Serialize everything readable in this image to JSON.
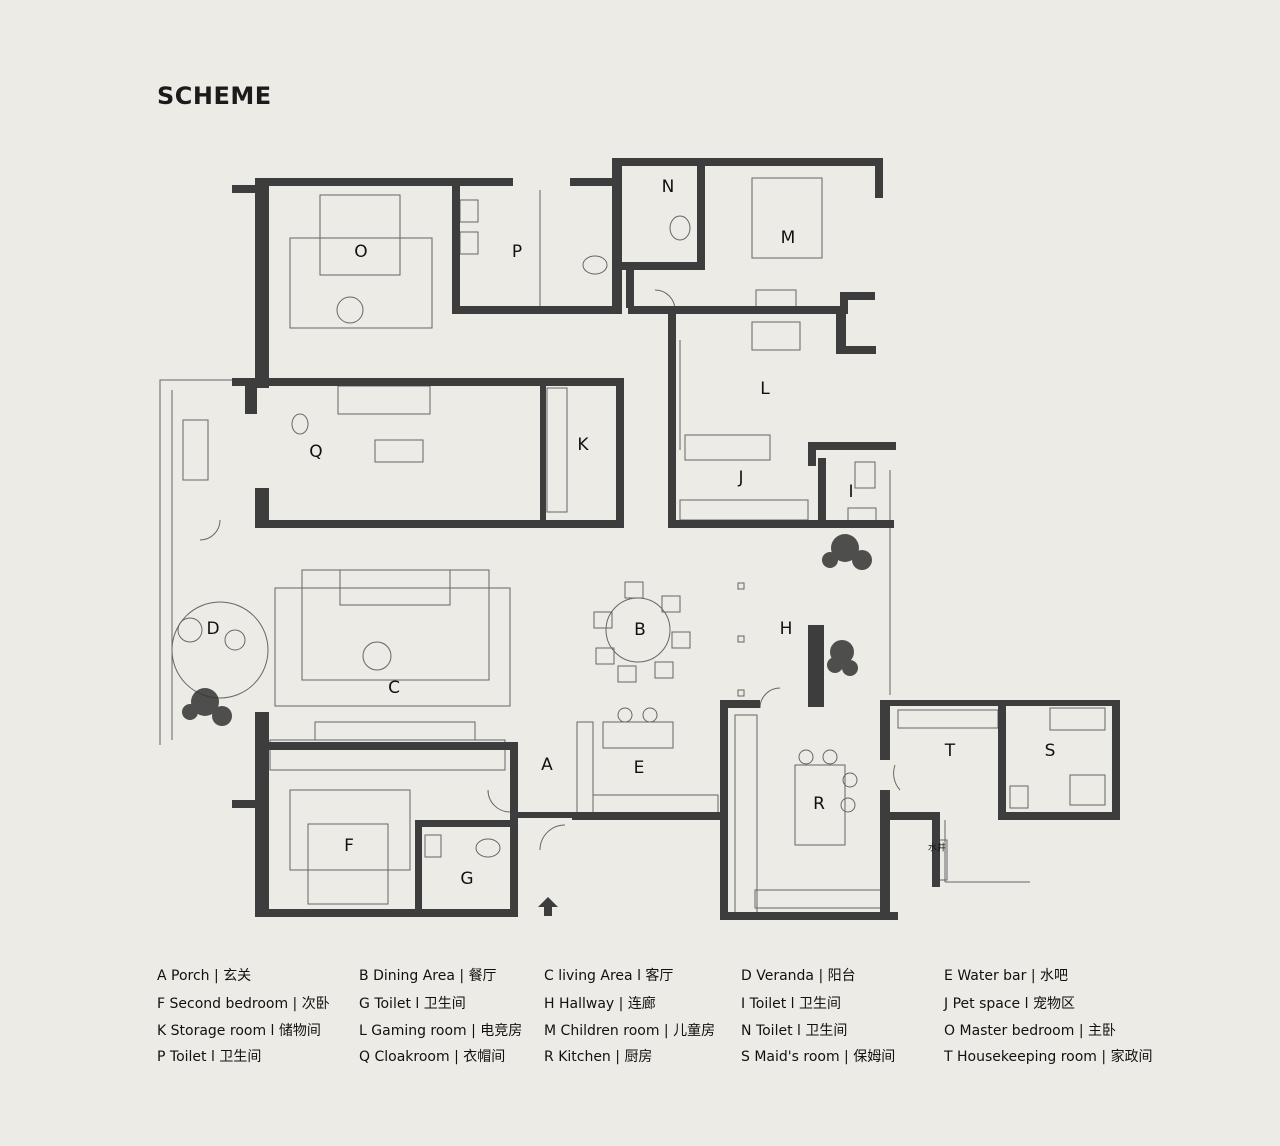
{
  "title": "SCHEME",
  "rooms": [
    {
      "key": "A",
      "en": "Porch",
      "sep": "|",
      "cn": "玄关"
    },
    {
      "key": "B",
      "en": "Dining Area",
      "sep": "|",
      "cn": "餐厅"
    },
    {
      "key": "C",
      "en": "living Area",
      "sep": "l",
      "cn": "客厅"
    },
    {
      "key": "D",
      "en": "Veranda",
      "sep": "|",
      "cn": "阳台"
    },
    {
      "key": "E",
      "en": "Water bar",
      "sep": "|",
      "cn": "水吧"
    },
    {
      "key": "F",
      "en": "Second bedroom",
      "sep": "|",
      "cn": "次卧"
    },
    {
      "key": "G",
      "en": "Toilet",
      "sep": "l",
      "cn": "卫生间"
    },
    {
      "key": "H",
      "en": "Hallway",
      "sep": "|",
      "cn": "连廊"
    },
    {
      "key": "I",
      "en": "Toilet",
      "sep": "l",
      "cn": "卫生间"
    },
    {
      "key": "J",
      "en": "Pet space",
      "sep": "l",
      "cn": "宠物区"
    },
    {
      "key": "K",
      "en": "Storage room",
      "sep": "l",
      "cn": "储物间"
    },
    {
      "key": "L",
      "en": "Gaming room",
      "sep": "|",
      "cn": "电竞房"
    },
    {
      "key": "M",
      "en": "Children room",
      "sep": "|",
      "cn": "儿童房"
    },
    {
      "key": "N",
      "en": "Toilet",
      "sep": "l",
      "cn": "卫生间"
    },
    {
      "key": "O",
      "en": "Master bedroom",
      "sep": "|",
      "cn": "主卧"
    },
    {
      "key": "P",
      "en": "Toilet",
      "sep": "l",
      "cn": "卫生间"
    },
    {
      "key": "Q",
      "en": "Cloakroom",
      "sep": "|",
      "cn": "衣帽间"
    },
    {
      "key": "R",
      "en": "Kitchen",
      "sep": "|",
      "cn": "厨房"
    },
    {
      "key": "S",
      "en": "Maid's room",
      "sep": "|",
      "cn": "保姆间"
    },
    {
      "key": "T",
      "en": "Housekeeping room",
      "sep": "|",
      "cn": "家政间"
    }
  ],
  "plan_marks": {
    "shaft_label": "水井"
  },
  "colors": {
    "background": "#ecebe6",
    "wall": "#3d3d3d",
    "line": "#555555",
    "text": "#111111"
  }
}
